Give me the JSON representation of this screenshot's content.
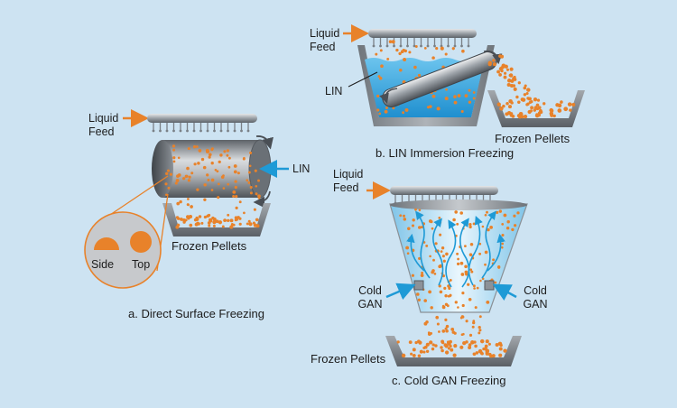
{
  "panel_a": {
    "feed_label_line1": "Liquid",
    "feed_label_line2": "Feed",
    "lin_label": "LIN",
    "pellets_label": "Frozen Pellets",
    "inset_side_label": "Side",
    "inset_top_label": "Top",
    "caption": "a. Direct Surface Freezing"
  },
  "panel_b": {
    "feed_label_line1": "Liquid",
    "feed_label_line2": "Feed",
    "lin_label": "LIN",
    "pellets_label": "Frozen Pellets",
    "caption": "b. LIN Immersion Freezing"
  },
  "panel_c": {
    "feed_label_line1": "Liquid",
    "feed_label_line2": "Feed",
    "gan_left_line1": "Cold",
    "gan_left_line2": "GAN",
    "gan_right_line1": "Cold",
    "gan_right_line2": "GAN",
    "pellets_label": "Frozen Pellets",
    "caption": "c. Cold GAN Freezing"
  },
  "colors": {
    "background": "#cde3f2",
    "pellet": "#e8822a",
    "arrow_orange": "#e8822a",
    "arrow_blue": "#1e9ad6",
    "liquid_nitrogen": "#38a9df",
    "steel": "#8a8f96"
  }
}
